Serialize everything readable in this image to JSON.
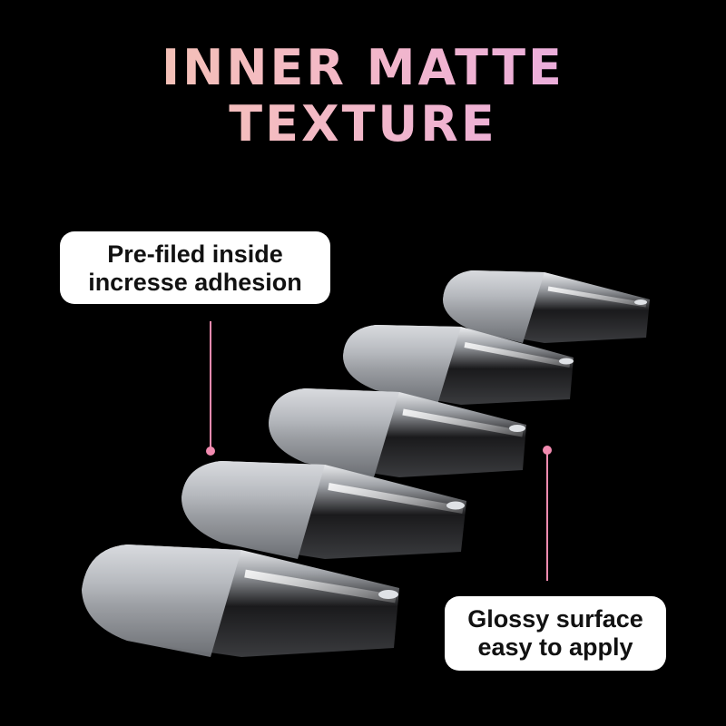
{
  "headline": {
    "line1": "INNER MATTE",
    "line2": "TEXTURE"
  },
  "callout_left": {
    "line1": "Pre-filed inside",
    "line2": "incresse adhesion"
  },
  "callout_right": {
    "line1": "Glossy surface",
    "line2": "easy to apply"
  },
  "colors": {
    "background": "#000000",
    "title_gradient": [
      "#f6c8a8",
      "#f3b9c6",
      "#e7a6ea"
    ],
    "accent_pink": "#f28bb0",
    "callout_bg": "#ffffff"
  }
}
